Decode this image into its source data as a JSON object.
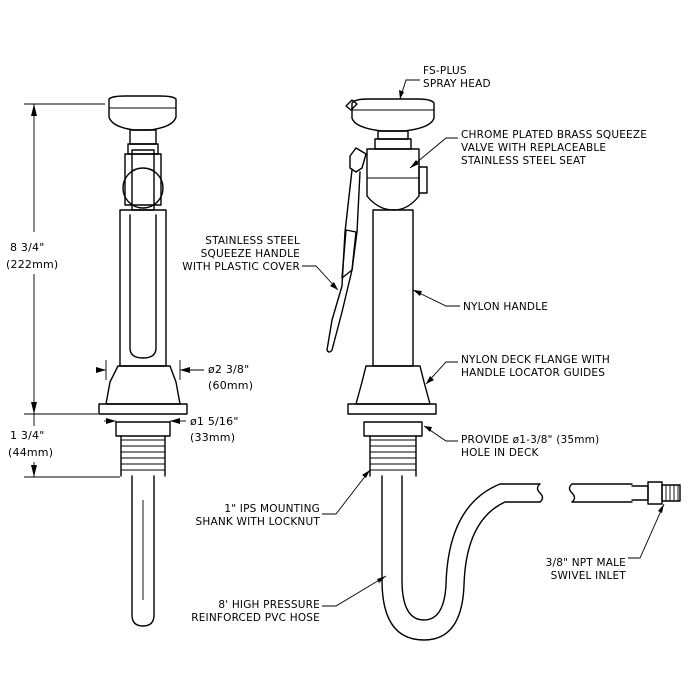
{
  "left_view": {
    "dim_height_in": "8 3/4\"",
    "dim_height_mm": "(222mm)",
    "dim_shank_in": "1 3/4\"",
    "dim_shank_mm": "(44mm)",
    "dim_flange_in": "ø2 3/8\"",
    "dim_flange_mm": "(60mm)",
    "dim_thread_in": "ø1 5/16\"",
    "dim_thread_mm": "(33mm)"
  },
  "callouts": {
    "spray_head": [
      "FS-PLUS",
      "SPRAY HEAD"
    ],
    "valve": [
      "CHROME PLATED BRASS SQUEEZE",
      "VALVE WITH REPLACEABLE",
      "STAINLESS STEEL SEAT"
    ],
    "squeeze_handle": [
      "STAINLESS STEEL",
      "SQUEEZE HANDLE",
      "WITH PLASTIC COVER"
    ],
    "nylon_handle": [
      "NYLON HANDLE"
    ],
    "deck_flange": [
      "NYLON DECK FLANGE WITH",
      "HANDLE LOCATOR GUIDES"
    ],
    "deck_hole": [
      "PROVIDE ø1-3/8\" (35mm)",
      "HOLE IN DECK"
    ],
    "mounting_shank": [
      "1\" IPS MOUNTING",
      "SHANK WITH LOCKNUT"
    ],
    "swivel_inlet": [
      "3/8\" NPT MALE",
      "SWIVEL INLET"
    ],
    "hose": [
      "8' HIGH PRESSURE",
      "REINFORCED PVC HOSE"
    ]
  }
}
